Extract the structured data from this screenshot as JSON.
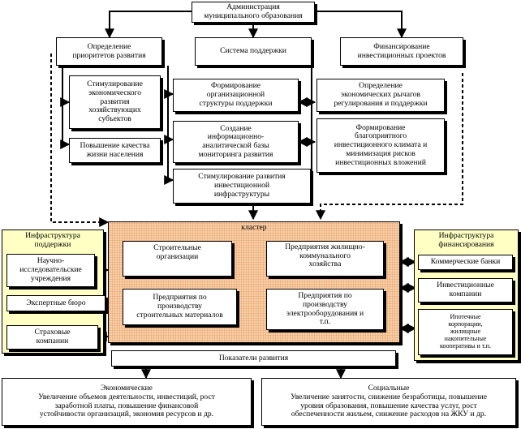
{
  "admin": "Администрация\nмуниципального образования",
  "priorities": "Определение\nприоритетов развития",
  "support_system": "Система поддержки",
  "financing": "Финансирование\nинвестиционных проектов",
  "left_col": {
    "stimulation": "Стимулирование\nэкономического\nразвития\nхозяйствующих\nсубъектов",
    "quality": "Повышение качества\nжизни населения"
  },
  "mid_col": {
    "org_structure": "Формирование\nорганизационной\nструктуры поддержки",
    "monitoring": "Создание\nинформационно-\nаналитической базы\nмониторинга развития",
    "infrastructure": "Стимулирование развития\nинвестиционной\nинфраструктуры"
  },
  "right_col": {
    "levers": "Определение\nэкономических рычагов\nрегулирования и поддержки",
    "climate": "Формирование\nблагоприятного\nинвестиционного климата и\nминимизация рисков\nинвестиционных вложений"
  },
  "left_panel": {
    "title": "Инфраструктура\nподдержки",
    "items": [
      "Научно-\nисследовательские\nучреждения",
      "Экспертные бюро",
      "Страховые\nкомпании"
    ]
  },
  "cluster": {
    "title": "кластер",
    "construction": "Строительные\nорганизации",
    "housing": "Предприятия жилищно-\nкоммунального\nхозяйства",
    "materials": "Предприятия по\nпроизводству\nстроительных материалов",
    "electro": "Предприятия по\nпроизводству\nэлектрооборудования и\nт.п."
  },
  "right_panel": {
    "title": "Инфраструктура\nфинансирования",
    "items": [
      "Коммерческие банки",
      "Инвестиционные\nкомпании",
      "Ипотечные\nкорпорации,\nжилищные\nнакопительные\nкооперативы и т.п."
    ]
  },
  "indicators": "Показатели развития",
  "economic": "Экономические\nУвеличение объемов деятельности, инвестиций, рост\nзаработной платы, повышение финансовой\nустойчивости организаций, экономия ресурсов и др.",
  "social": "Социальные\nУвеличение занятости, снижение безработицы, повышение\nуровня образования, повышение качества услуг, рост\nобеспеченности жильем, снижение расходов на ЖКУ и др."
}
